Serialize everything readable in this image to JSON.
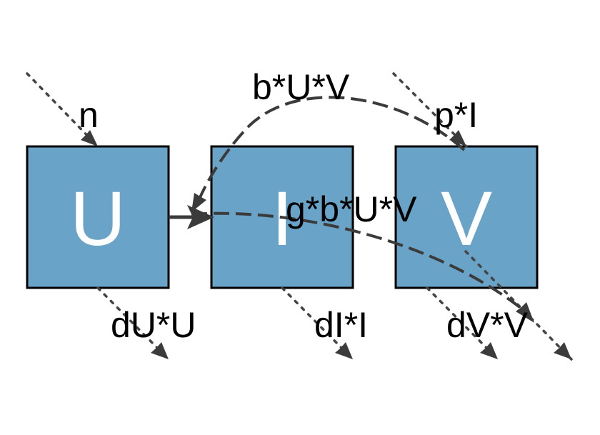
{
  "colors": {
    "box_fill": "#6aa3c8",
    "arrow": "#3b3b3b"
  },
  "boxes": [
    {
      "id": "U",
      "label": "U"
    },
    {
      "id": "I",
      "label": "I"
    },
    {
      "id": "V",
      "label": "V"
    }
  ],
  "flows": {
    "inflow_U": "n",
    "inflow_V": "p*I",
    "outflow_U": "dU*U",
    "outflow_I": "dI*I",
    "outflow_V": "dV*V",
    "interaction_arc": "b*U*V",
    "interaction_V": "g*b*U*V"
  }
}
